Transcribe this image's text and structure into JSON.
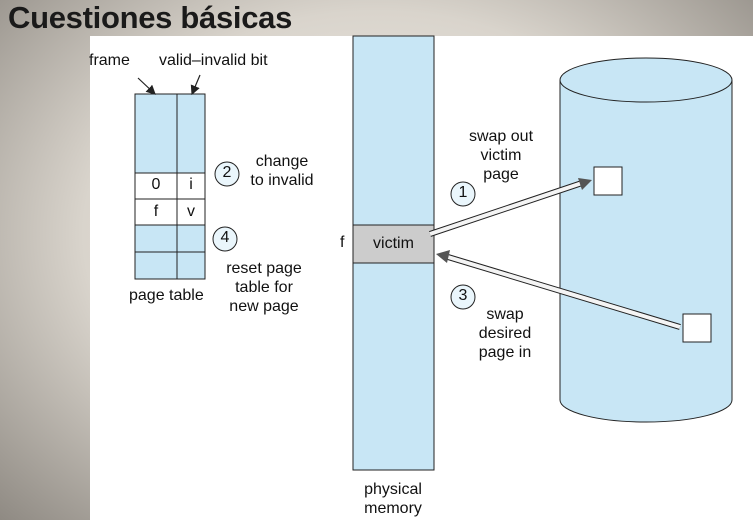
{
  "title": "Cuestiones básicas",
  "page_table": {
    "frame_label": "frame",
    "bit_label": "valid–invalid bit",
    "caption": "page table",
    "entry_victim": {
      "frame": "0",
      "bit": "i"
    },
    "entry_new": {
      "frame": "f",
      "bit": "v"
    }
  },
  "memory": {
    "frame_label": "f",
    "victim_label": "victim",
    "caption_line1": "physical",
    "caption_line2": "memory"
  },
  "steps": [
    {
      "number": "1",
      "line1": "swap out",
      "line2": "victim",
      "line3": "page"
    },
    {
      "number": "2",
      "line1": "change",
      "line2": "to invalid"
    },
    {
      "number": "3",
      "line1": "swap",
      "line2": "desired",
      "line3": "page in"
    },
    {
      "number": "4",
      "line1": "reset page",
      "line2": "table for",
      "line3": "new page"
    }
  ],
  "colors": {
    "fill": "#c8e6f5",
    "victim_fill": "#cccccc",
    "stroke": "#222222"
  }
}
